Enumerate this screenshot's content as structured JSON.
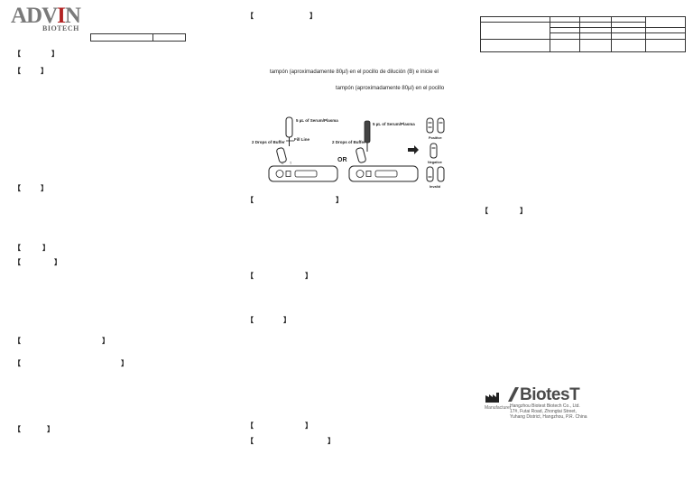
{
  "logo": {
    "brand_main": "ADV",
    "brand_accent": "I",
    "brand_end": "N",
    "brand_sub": "BIOTECH",
    "accent_color": "#b22222"
  },
  "column1": {
    "brackets": [
      "【",
      "】"
    ]
  },
  "column2": {
    "instruction_line_1": "tampón (aproximadamente 80µl) en el pocillo de dilución (B) e inicie el",
    "instruction_line_2": "tampón (aproximadamente 80µl) en el pocillo",
    "figure": {
      "sample_label": "5 µL of Serum/Plasma",
      "fill_line_label": "Fill Line",
      "buffer_label": "2 Drops of Buffer",
      "or_label": "OR",
      "result_positive": "Positive",
      "result_negative": "Negative",
      "result_invalid": "Invalid",
      "line_c": "C",
      "line_t": "T"
    }
  },
  "column3": {
    "manufacturer_label": "Manufacturer",
    "manufacturer_brand": "BiotesT",
    "manufacturer_address_1": "Hangzhou Biotest Biotech Co., Ltd.",
    "manufacturer_address_2": "17#, Futai Road, Zhongtai Street,",
    "manufacturer_address_3": "Yuhang District, Hangzhou, P.R. China"
  }
}
